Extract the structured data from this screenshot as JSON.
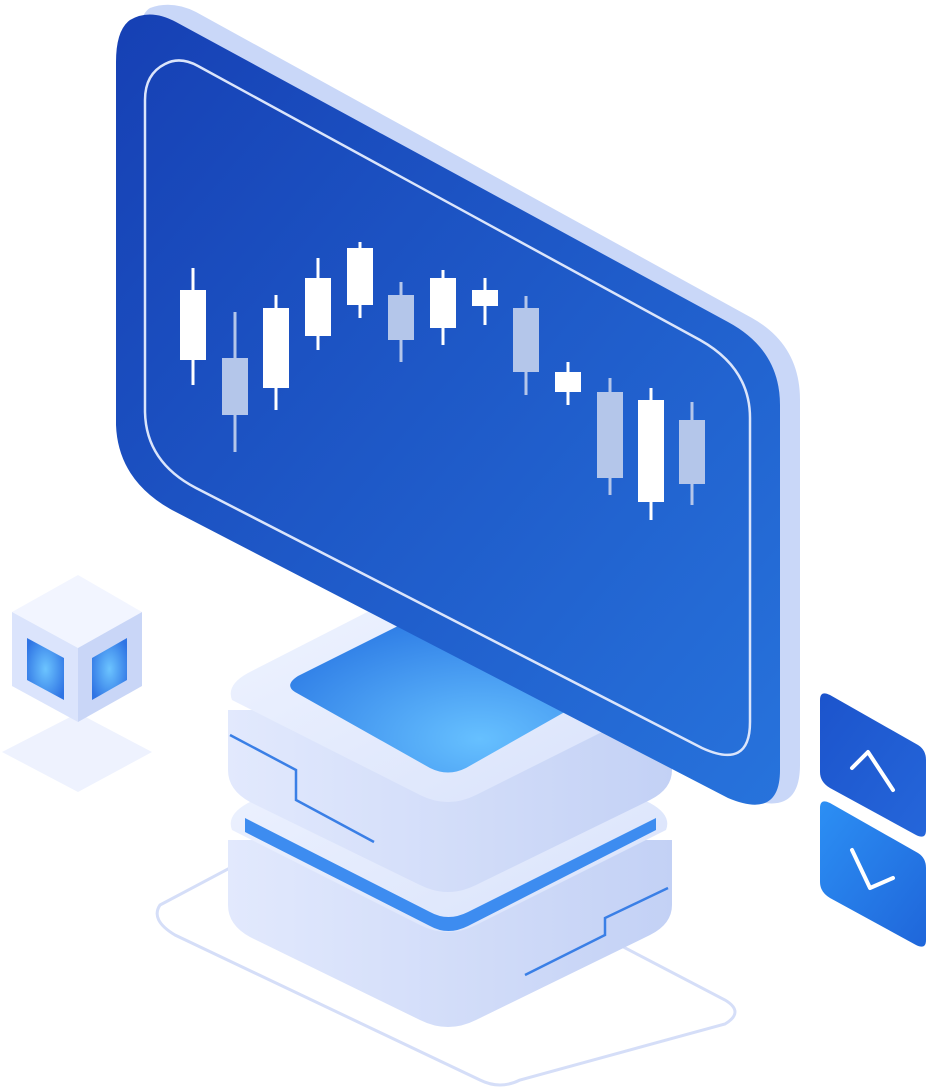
{
  "colors": {
    "screen_dark": "#1a4fc1",
    "screen_light": "#2e78e0",
    "screen_edge": "#c8d6f7",
    "base_light": "#e6ecfc",
    "base_mid": "#c9d6f6",
    "base_glow": "#5fb3ff",
    "candle_white": "#ffffff",
    "candle_muted": "#b4c6ea",
    "arrow_tile_top": "#1f5ed6",
    "arrow_tile_bottom": "#2b8af0",
    "cube_face": "#e3eafd",
    "cube_window": "#3f8cf2"
  },
  "icons": {
    "up": "chevron-up-icon",
    "down": "chevron-down-icon",
    "cube": "cube-icon"
  },
  "chart_data": {
    "type": "candlestick",
    "candles": [
      {
        "tone": "white"
      },
      {
        "tone": "muted"
      },
      {
        "tone": "white"
      },
      {
        "tone": "white"
      },
      {
        "tone": "white"
      },
      {
        "tone": "muted"
      },
      {
        "tone": "white"
      },
      {
        "tone": "white"
      },
      {
        "tone": "muted"
      },
      {
        "tone": "white"
      },
      {
        "tone": "muted"
      },
      {
        "tone": "white"
      },
      {
        "tone": "muted"
      }
    ]
  }
}
